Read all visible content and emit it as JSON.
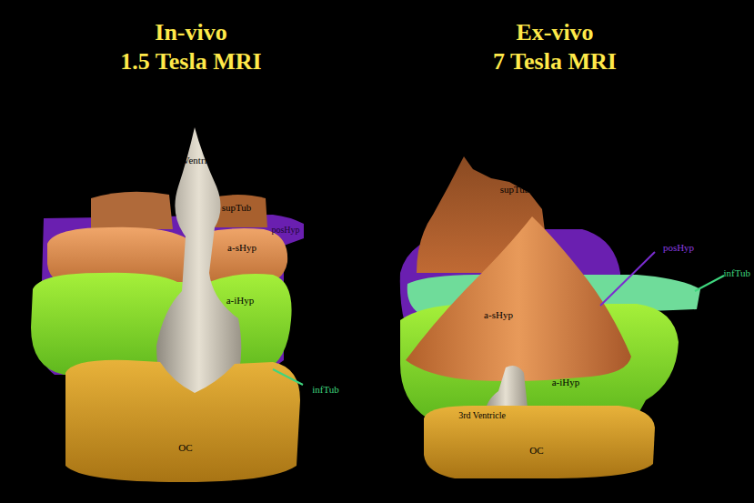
{
  "diagram": {
    "labels": [
      "In-vivo",
      "1.5 Tesla MRI",
      "Ex-vivo",
      "7 Tesla MRI",
      "3rd Ventricle",
      "supTub",
      "posHyp",
      "a-sHyp",
      "a-iHyp",
      "infTub",
      "OC",
      "supTub",
      "posHyp",
      "infTub",
      "a-sHyp",
      "a-iHyp",
      "3rd Ventricle",
      "OC"
    ]
  }
}
